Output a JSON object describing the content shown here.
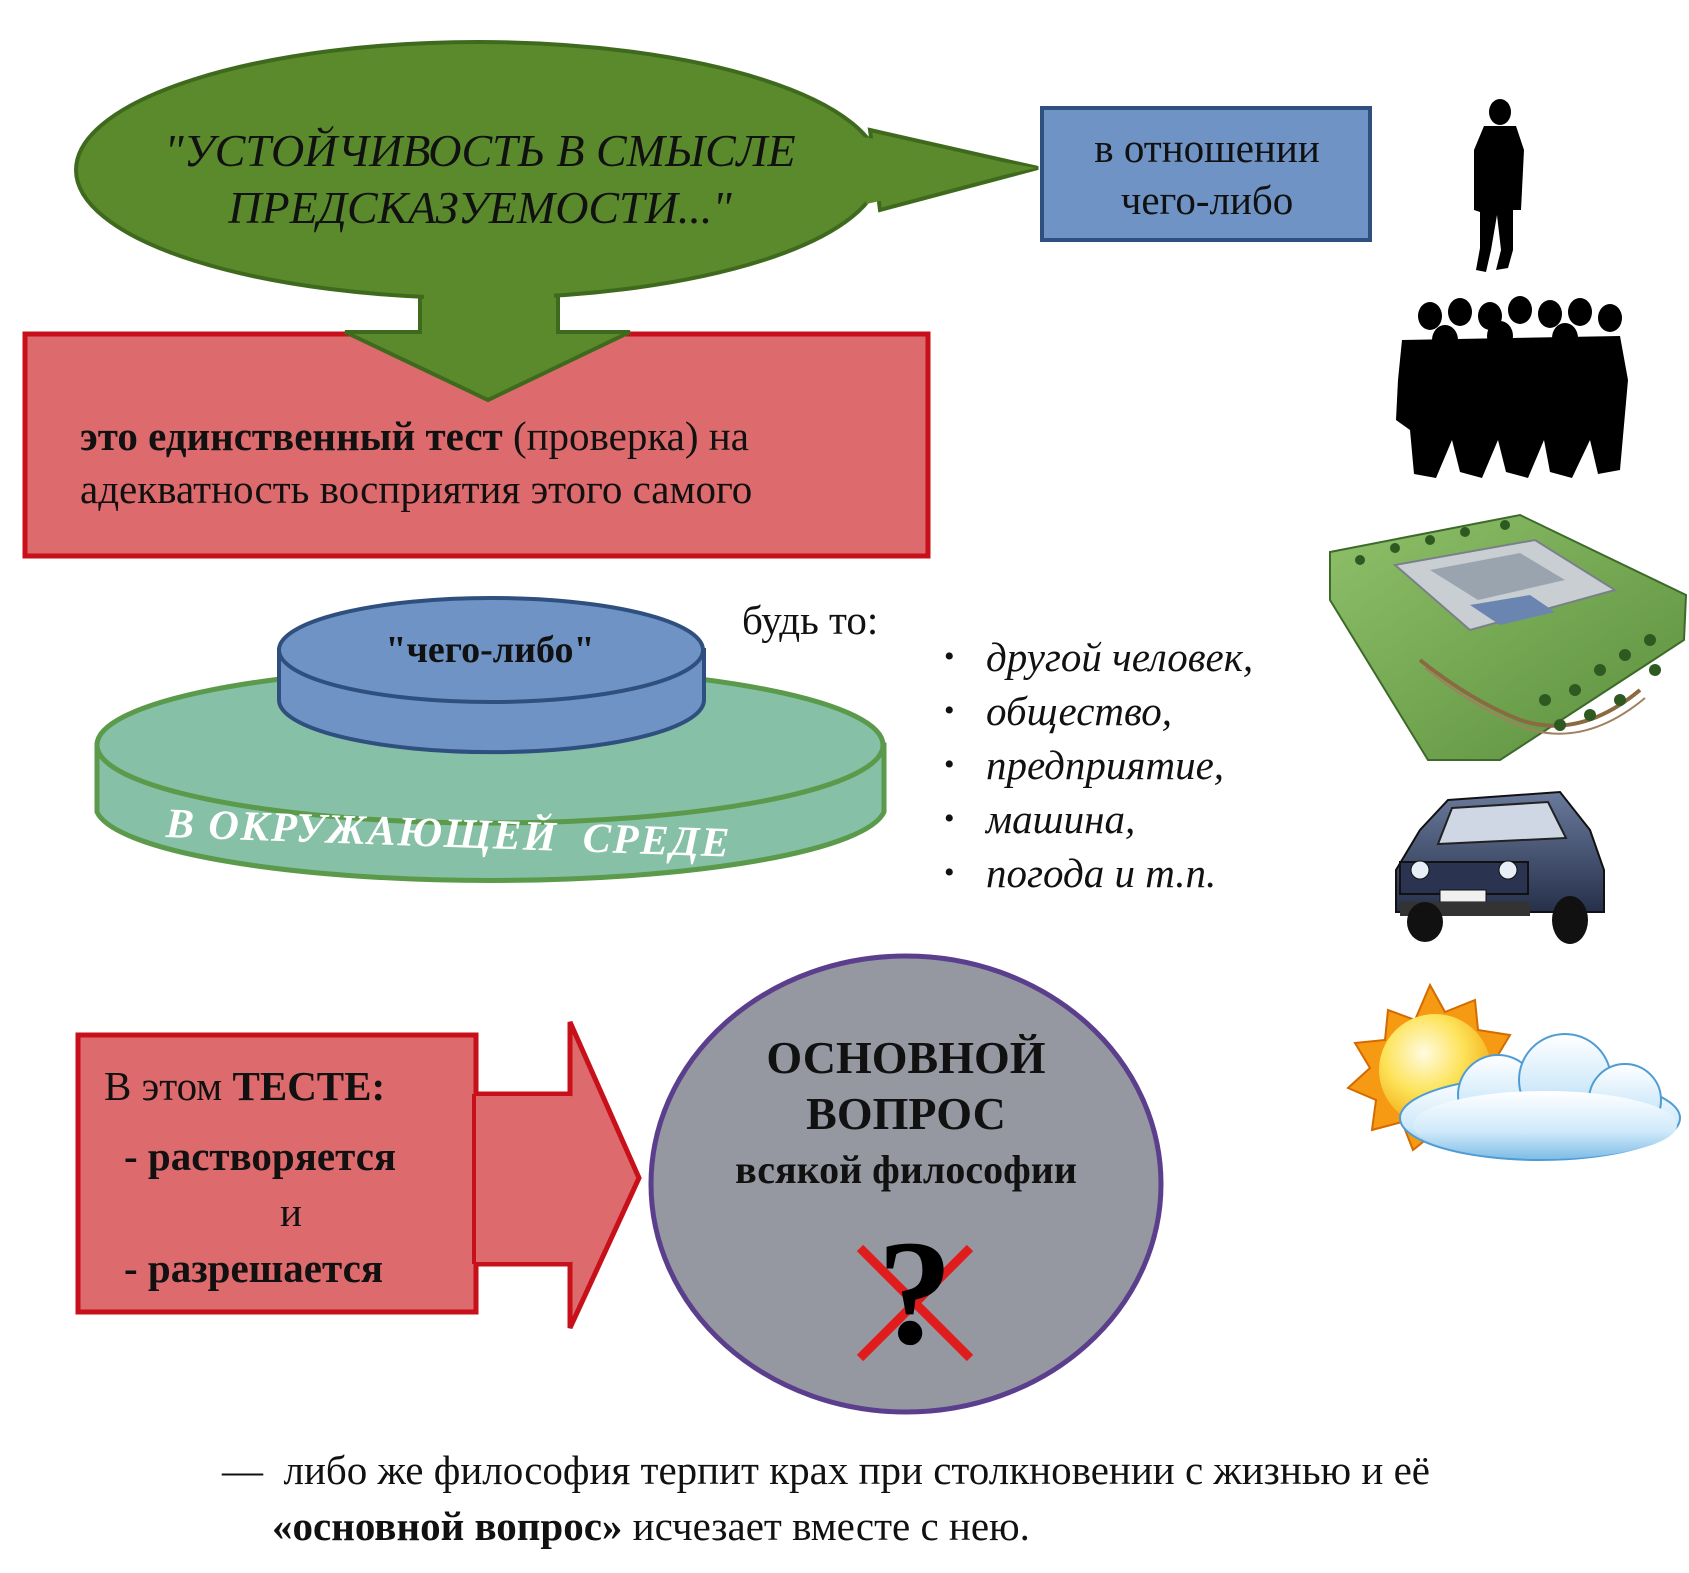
{
  "speech_bubble": {
    "line1": "\"УСТОЙЧИВОСТЬ В СМЫСЛЕ",
    "line2": "ПРЕДСКАЗУЕМОСТИ...\""
  },
  "relation_box": {
    "line1": "в отношении",
    "line2": "чего-либо"
  },
  "test_box": {
    "bold": "это единственный тест",
    "rest": " (проверка) на",
    "line2": "адекватность восприятия этого самого"
  },
  "disk": {
    "top_label": "\"чего-либо\"",
    "base_label": "В ОКРУЖАЮЩЕЙ  СРЕДЕ"
  },
  "list_intro": "будь то:",
  "examples": [
    "другой человек,",
    "общество,",
    "предприятие,",
    "машина,",
    "погода и т.п."
  ],
  "bullet_char": "•",
  "arrow_box": {
    "line1_prefix": "В этом ",
    "line1_bold": "ТЕСТЕ:",
    "item1": "- растворяется",
    "conj": "и",
    "item2": "- разрешается"
  },
  "circle": {
    "line1": "ОСНОВНОЙ",
    "line2": "ВОПРОС",
    "line3": "всякой философии",
    "symbol": "?"
  },
  "conclusion": {
    "dash": "—",
    "line1": "либо же философия терпит крах при столкновении с жизнью и её",
    "bold": "«основной вопрос»",
    "rest": " исчезает вместе с нею."
  },
  "colors": {
    "green_fill": "#5a8a2c",
    "green_stroke": "#3f6a1e",
    "blue_fill": "#6f93c4",
    "blue_stroke": "#2f4f7f",
    "red_fill": "#dd6a6c",
    "red_stroke": "#c8101a",
    "teal_fill": "#86c0a6",
    "teal_stroke": "#5a9a4a",
    "gray_fill": "#9598a1",
    "purple_stroke": "#5b3f8c"
  },
  "images": [
    "businessman-silhouette",
    "crowd-silhouette",
    "industrial-site-model",
    "niva-car",
    "sun-cloud-weather-icon"
  ]
}
